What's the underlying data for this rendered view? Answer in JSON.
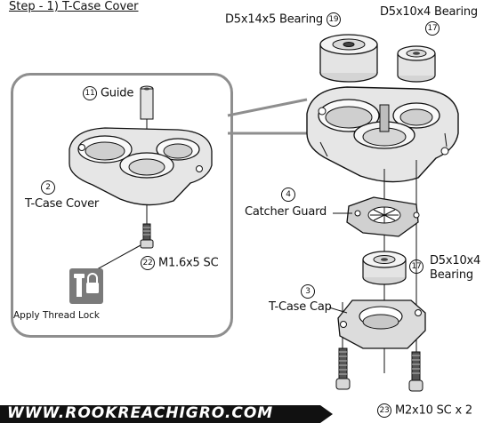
{
  "step_title": "Step - 1) T-Case Cover",
  "callouts": {
    "bearing_19": {
      "text": "D5x14x5 Bearing",
      "num": "19"
    },
    "bearing_17_top": {
      "text": "D5x10x4 Bearing",
      "num": "17"
    },
    "guide": {
      "num": "11",
      "text": "Guide"
    },
    "tcase_cover": {
      "num": "2",
      "text": "T-Case Cover"
    },
    "screw_m16": {
      "num": "22",
      "text": "M1.6x5 SC"
    },
    "catcher_guard": {
      "num": "4",
      "text_line1": "Catcher",
      "text_line2": "Guard"
    },
    "bearing_17_mid": {
      "num": "17",
      "text_line1": "D5x10x4",
      "text_line2": "Bearing"
    },
    "tcase_cap": {
      "num": "3",
      "text": "T-Case Cap"
    },
    "screw_m2": {
      "num": "23",
      "text": "M2x10 SC x 2"
    }
  },
  "thread_lock": {
    "caption": "Apply Thread Lock",
    "icon": "thread-lock-icon"
  },
  "banner": {
    "text": "WWW.ROOKREACHIGRO.COM"
  },
  "colors": {
    "panel_border": "#8e8e8e",
    "part_grey": "#cfcfcf",
    "banner": "#111111",
    "icon_bg": "#7a7a7a"
  }
}
